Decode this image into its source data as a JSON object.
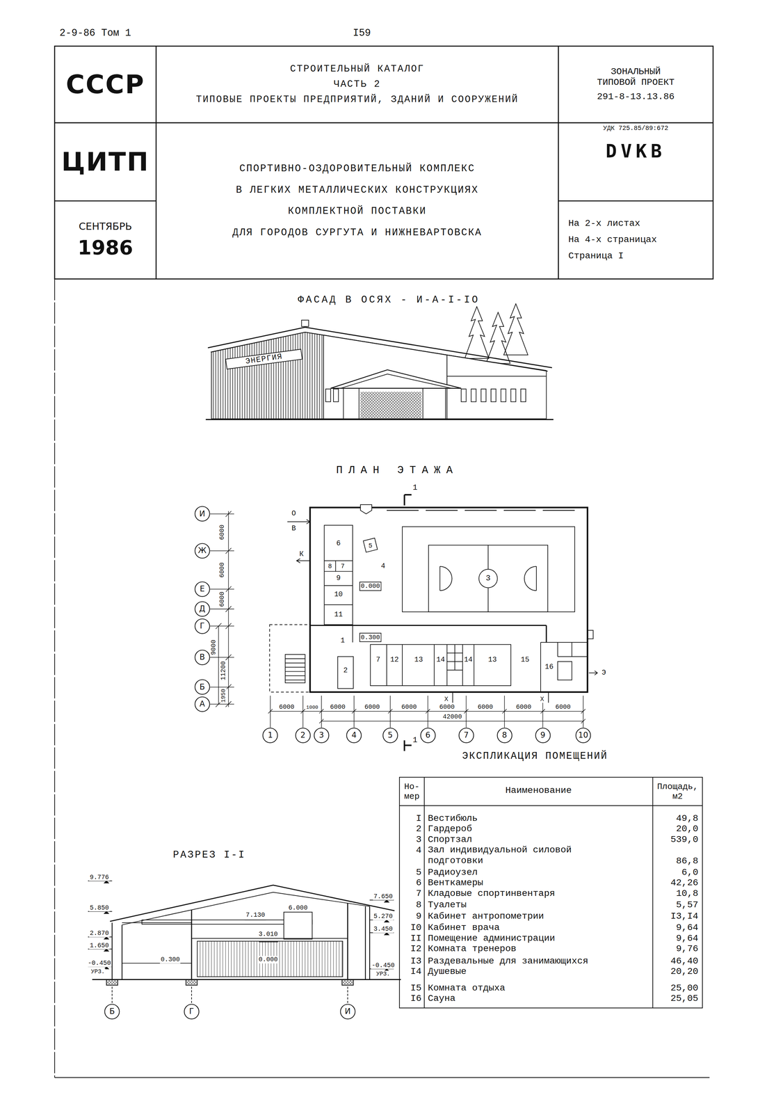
{
  "diagram": {
    "nodes": [
      {
        "text": [
          "СССР"
        ]
      },
      {
        "text": [
          "СТРОИТЕЛЬНЫЙ КАТАЛОГ",
          "ЧАСТЬ 2",
          "ТИПОВЫЕ ПРОЕКТЫ ПРЕДПРИЯТИЙ, ЗДАНИЙ И СООРУЖЕНИЙ"
        ]
      },
      {
        "text": [
          "ЗОНАЛЬНЫЙ ТИПОВОЙ ПРОЕКТ",
          "291-8-13.13.86"
        ]
      },
      {
        "text": [
          "ЦИТП"
        ]
      },
      {
        "text": [
          "СПОРТИВНО-ОЗДОРОВИТЕЛЬНЫЙ КОМПЛЕКС",
          "В ЛЕГКИХ МЕТАЛЛИЧЕСКИХ КОНСТРУКЦИЯХ",
          "КОМПЛЕКТНОЙ ПОСТАВКИ",
          "ДЛЯ ГОРОДОВ СУРГУТА И НИЖНЕВАРТОВСКА"
        ]
      },
      {
        "text": [
          "УДК 725.85/89:672",
          "DVKB"
        ]
      },
      {
        "text": [
          "СЕНТЯБРЬ",
          "1986"
        ]
      },
      {
        "text": [
          "На 2-х листах",
          "На 4-х страницах",
          "Страница I"
        ]
      },
      {
        "text": [
          "И"
        ]
      },
      {
        "text": [
          "Ж"
        ]
      },
      {
        "text": [
          "Е"
        ]
      },
      {
        "text": [
          "Д"
        ]
      },
      {
        "text": [
          "Г"
        ]
      },
      {
        "text": [
          "В"
        ]
      },
      {
        "text": [
          "Б"
        ]
      },
      {
        "text": [
          "А"
        ]
      },
      {
        "text": [
          "1"
        ]
      },
      {
        "text": [
          "2"
        ]
      },
      {
        "text": [
          "3"
        ]
      },
      {
        "text": [
          "4"
        ]
      },
      {
        "text": [
          "5"
        ]
      },
      {
        "text": [
          "6"
        ]
      },
      {
        "text": [
          "7"
        ]
      },
      {
        "text": [
          "8"
        ]
      },
      {
        "text": [
          "9"
        ]
      },
      {
        "text": [
          "10"
        ]
      },
      {
        "text": [
          "Б"
        ]
      },
      {
        "text": [
          "Г"
        ]
      },
      {
        "text": [
          "И"
        ]
      }
    ],
    "labels": [
      "2-9-86 Том 1",
      "I59",
      "ФАСАД В ОСЯХ - И-А-I-IO",
      "ЭНЕРГИЯ",
      "ПЛАН ЭТАЖА",
      "1",
      "О",
      "В",
      "К",
      "6000",
      "6000",
      "6000",
      "9000",
      "11200",
      "1950",
      "6",
      "5",
      "8",
      "7",
      "4",
      "9",
      "3",
      "0.000",
      "10",
      "11",
      "0.300",
      "1",
      "2",
      "7",
      "12",
      "13",
      "14",
      "14",
      "13",
      "15",
      "16",
      "Э",
      "Х",
      "Х",
      "6000",
      "1000",
      "6000",
      "6000",
      "6000",
      "6000",
      "6000",
      "6000",
      "6000",
      "42000",
      "1",
      "ЭКСПЛИКАЦИЯ ПОМЕЩЕНИЙ",
      "Но-мер",
      "Наименование",
      "Площадь, м2",
      "I",
      "Вестибюль",
      "49,8",
      "2",
      "Гардероб",
      "20,0",
      "3",
      "Спортзал",
      "539,0",
      "4",
      "Зал индивидуальной силовой подготовки",
      "86,8",
      "5",
      "Радиоузел",
      "6,0",
      "6",
      "Венткамеры",
      "42,26",
      "7",
      "Кладовые спортинвентаря",
      "10,8",
      "8",
      "Туалеты",
      "5,57",
      "9",
      "Кабинет антропометрии",
      "I3,I4",
      "I0",
      "Кабинет врача",
      "9,64",
      "II",
      "Помещение администрации",
      "9,64",
      "I2",
      "Комната тренеров",
      "9,76",
      "I3",
      "Раздевальные для занимающихся",
      "46,40",
      "I4",
      "Душевые",
      "20,20",
      "I5",
      "Комната отдыха",
      "25,00",
      "I6",
      "Сауна",
      "25,05",
      "РАЗРЕЗ I-I",
      "9.776",
      "5.850",
      "2.870",
      "1.650",
      "-0.450",
      "УРЗ.",
      "7.130",
      "6.000",
      "3.010",
      "0.300",
      "0.000",
      "7.650",
      "5.270",
      "3.450",
      "-0.450",
      "УРЗ."
    ]
  }
}
